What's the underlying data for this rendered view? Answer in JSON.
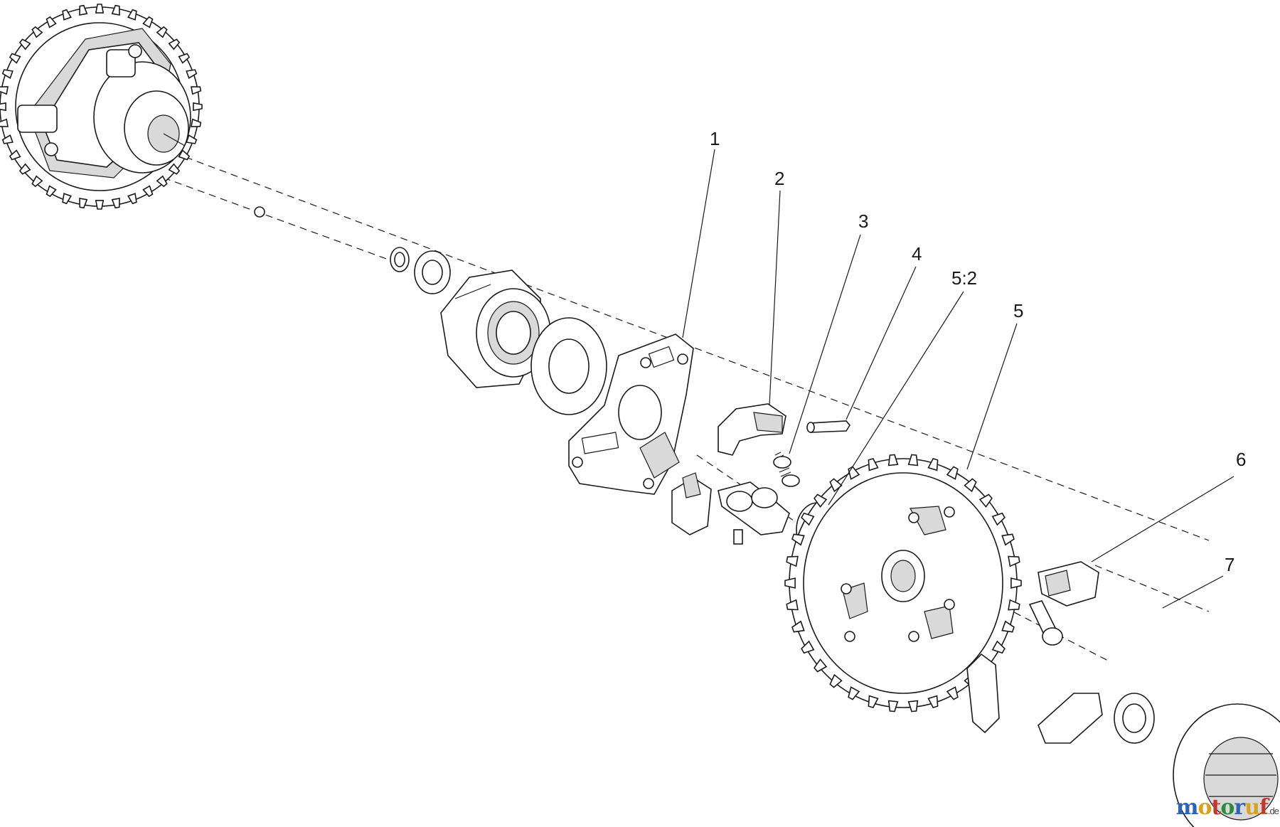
{
  "callouts": {
    "c1": "1",
    "c2": "2",
    "c3": "3",
    "c4": "4",
    "c52": "5:2",
    "c5": "5",
    "c6": "6",
    "c7": "7"
  },
  "watermark": {
    "brand": "motoruf",
    "tld": ".de",
    "colors": [
      "#2e63b8",
      "#d9a21c",
      "#c0392b",
      "#2e8b3d"
    ]
  },
  "colors": {
    "line": "#1a1a1a",
    "fill": "#ffffff",
    "shade": "#d6d6d6"
  }
}
